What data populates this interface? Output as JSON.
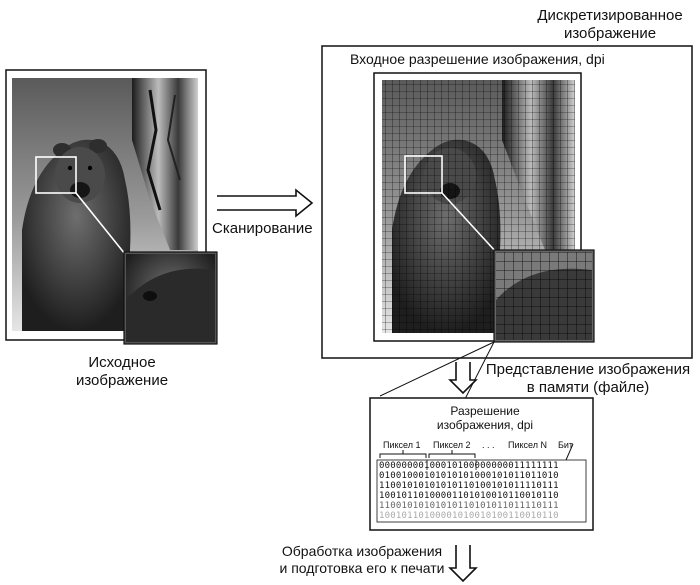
{
  "labels": {
    "source_image": "Исходное\nизображение",
    "scanning": "Сканирование",
    "discretized_image": "Дискретизированное\nизображение",
    "input_resolution": "Входное разрешение изображения, dpi",
    "memory_representation": "Представление изображения\nв памяти (файле)",
    "image_resolution": "Разрешение\nизображения, dpi",
    "pixel1": "Пиксел 1",
    "pixel2": "Пиксел 2",
    "ellipsis": ". . .",
    "pixelN": "Пиксел N",
    "bit": "Бит",
    "processing": "Обработка изображения\nи подготовка его к печати"
  },
  "bit_rows": [
    "00000000100010100000000011111111",
    "01001000101010101000101011011010",
    "11001010101010110100101011110111",
    "10010110100001101010010110010110",
    "11001010101010110101011011110111",
    "10010110100001010010100110010110"
  ],
  "colors": {
    "line": "#111111",
    "photo_dark": "#2a2a2a",
    "photo_light": "#d8d8d8"
  }
}
